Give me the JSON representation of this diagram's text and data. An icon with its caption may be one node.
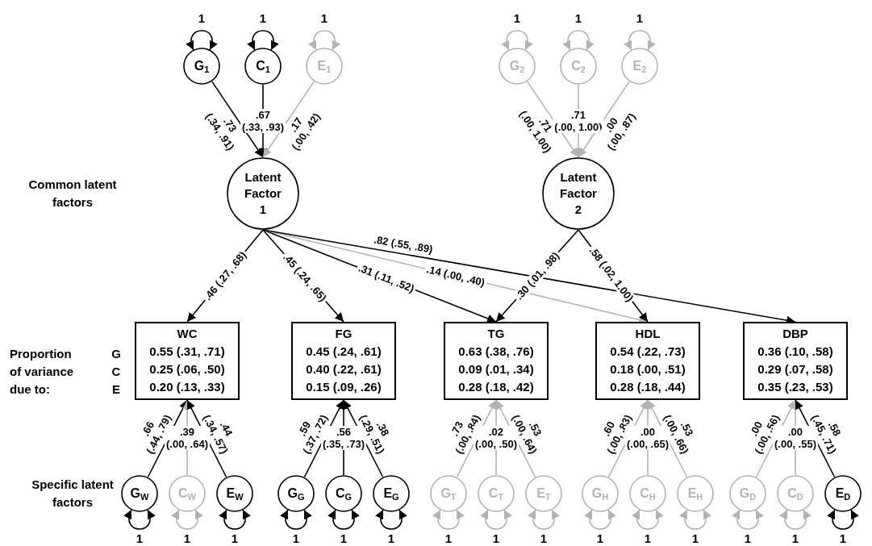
{
  "diagram": {
    "nodes": [
      {
        "text": [
          "G$_{1}$"
        ]
      },
      {
        "text": [
          "C$_{1}$"
        ]
      },
      {
        "text": [
          "E$_{1}$"
        ]
      },
      {
        "text": [
          "G$_{2}$"
        ]
      },
      {
        "text": [
          "C$_{2}$"
        ]
      },
      {
        "text": [
          "E$_{2}$"
        ]
      },
      {
        "text": [
          "Latent Factor 1"
        ]
      },
      {
        "text": [
          "Latent Factor 2"
        ]
      },
      {
        "text": [
          "WC",
          "0.55 (.31, .71)",
          "0.25 (.06, .50)",
          "0.20 (.13, .33)"
        ]
      },
      {
        "text": [
          "FG",
          "0.45 (.24, .61)",
          "0.40 (.22, .61)",
          "0.15 (.09, .26)"
        ]
      },
      {
        "text": [
          "TG",
          "0.63 (.38, .76)",
          "0.09 (.01, .34)",
          "0.28 (.18, .42)"
        ]
      },
      {
        "text": [
          "HDL",
          "0.54 (.22, .73)",
          "0.18 (.00, .51)",
          "0.28 (.18, .44)"
        ]
      },
      {
        "text": [
          "DBP",
          "0.36 (.10, .58)",
          "0.29 (.07, .58)",
          "0.35 (.23, .53)"
        ]
      },
      {
        "text": [
          "G$_{W}$"
        ]
      },
      {
        "text": [
          "C$_{W}$"
        ]
      },
      {
        "text": [
          "E$_{W}$"
        ]
      },
      {
        "text": [
          "G$_{G}$"
        ]
      },
      {
        "text": [
          "C$_{G}$"
        ]
      },
      {
        "text": [
          "E$_{G}$"
        ]
      },
      {
        "text": [
          "G$_{T}$"
        ]
      },
      {
        "text": [
          "C$_{T}$"
        ]
      },
      {
        "text": [
          "E$_{T}$"
        ]
      },
      {
        "text": [
          "G$_{H}$"
        ]
      },
      {
        "text": [
          "C$_{H}$"
        ]
      },
      {
        "text": [
          "E$_{H}$"
        ]
      },
      {
        "text": [
          "G$_{D}$"
        ]
      },
      {
        "text": [
          "C$_{D}$"
        ]
      },
      {
        "text": [
          "E$_{D}$"
        ]
      }
    ],
    "edges": [
      {
        "from": 0,
        "to": 0,
        "arrow": "both",
        "label": "1",
        "color": "#000000"
      },
      {
        "from": 1,
        "to": 1,
        "arrow": "both",
        "label": "1",
        "color": "#000000"
      },
      {
        "from": 2,
        "to": 2,
        "arrow": "both",
        "label": "1",
        "color": "#b3b3b3"
      },
      {
        "from": 3,
        "to": 3,
        "arrow": "both",
        "label": "1",
        "color": "#b3b3b3"
      },
      {
        "from": 4,
        "to": 4,
        "arrow": "both",
        "label": "1",
        "color": "#b3b3b3"
      },
      {
        "from": 5,
        "to": 5,
        "arrow": "both",
        "label": "1",
        "color": "#b3b3b3"
      },
      {
        "from": 0,
        "to": 6,
        "arrow": "to",
        "label": ".73 (.34, .91)",
        "color": "#000000"
      },
      {
        "from": 1,
        "to": 6,
        "arrow": "to",
        "label": ".67 (.33, .93)",
        "color": "#000000"
      },
      {
        "from": 2,
        "to": 6,
        "arrow": "to",
        "label": ".17 (.00, .42)",
        "color": "#b3b3b3"
      },
      {
        "from": 3,
        "to": 7,
        "arrow": "to",
        "label": ".71 (.00, 1.00)",
        "color": "#b3b3b3"
      },
      {
        "from": 4,
        "to": 7,
        "arrow": "to",
        "label": ".71 (.00, 1.00)",
        "color": "#b3b3b3"
      },
      {
        "from": 5,
        "to": 7,
        "arrow": "to",
        "label": ".00 (.00, .87)",
        "color": "#b3b3b3"
      },
      {
        "from": 6,
        "to": 8,
        "arrow": "to",
        "label": ".46 (.27, .68)",
        "color": "#000000"
      },
      {
        "from": 6,
        "to": 9,
        "arrow": "to",
        "label": ".45 (.24, .65)",
        "color": "#000000"
      },
      {
        "from": 6,
        "to": 10,
        "arrow": "to",
        "label": ".31 (.11, .52)",
        "color": "#000000"
      },
      {
        "from": 6,
        "to": 11,
        "arrow": "to",
        "label": ".14 (.00, .40)",
        "color": "#b3b3b3"
      },
      {
        "from": 6,
        "to": 12,
        "arrow": "to",
        "label": ".82 (.55, .89)",
        "color": "#000000"
      },
      {
        "from": 7,
        "to": 10,
        "arrow": "to",
        "label": ".30 (.01, .98)",
        "color": "#000000"
      },
      {
        "from": 7,
        "to": 11,
        "arrow": "to",
        "label": ".58 (.02, 1.00)",
        "color": "#000000"
      },
      {
        "from": 13,
        "to": 8,
        "arrow": "to",
        "label": ".66 (.44, .79)",
        "color": "#000000"
      },
      {
        "from": 14,
        "to": 8,
        "arrow": "to",
        "label": ".39 (.00, .64)",
        "color": "#b3b3b3"
      },
      {
        "from": 15,
        "to": 8,
        "arrow": "to",
        "label": ".44 (.34, .57)",
        "color": "#000000"
      },
      {
        "from": 16,
        "to": 9,
        "arrow": "to",
        "label": ".59 (.37, .72)",
        "color": "#000000"
      },
      {
        "from": 17,
        "to": 9,
        "arrow": "to",
        "label": ".56 (.35, .73)",
        "color": "#000000"
      },
      {
        "from": 18,
        "to": 9,
        "arrow": "to",
        "label": ".38 (.29, .51)",
        "color": "#000000"
      },
      {
        "from": 19,
        "to": 10,
        "arrow": "to",
        "label": ".73 (.00, .84)",
        "color": "#b3b3b3"
      },
      {
        "from": 20,
        "to": 10,
        "arrow": "to",
        "label": ".02 (.00, .50)",
        "color": "#b3b3b3"
      },
      {
        "from": 21,
        "to": 10,
        "arrow": "to",
        "label": ".53 (.00, .64)",
        "color": "#b3b3b3"
      },
      {
        "from": 22,
        "to": 11,
        "arrow": "to",
        "label": ".60 (.00, .83)",
        "color": "#b3b3b3"
      },
      {
        "from": 23,
        "to": 11,
        "arrow": "to",
        "label": ".00 (.00, .65)",
        "color": "#b3b3b3"
      },
      {
        "from": 24,
        "to": 11,
        "arrow": "to",
        "label": ".53 (.00, .66)",
        "color": "#b3b3b3"
      },
      {
        "from": 25,
        "to": 12,
        "arrow": "to",
        "label": ".00 (.00, .56)",
        "color": "#b3b3b3"
      },
      {
        "from": 26,
        "to": 12,
        "arrow": "to",
        "label": ".00 (.00, .55)",
        "color": "#b3b3b3"
      },
      {
        "from": 27,
        "to": 12,
        "arrow": "to",
        "label": ".58 (.45, .71)",
        "color": "#000000"
      },
      {
        "from": 13,
        "to": 13,
        "arrow": "both",
        "label": "1",
        "color": "#000000"
      },
      {
        "from": 14,
        "to": 14,
        "arrow": "both",
        "label": "1",
        "color": "#b3b3b3"
      },
      {
        "from": 15,
        "to": 15,
        "arrow": "both",
        "label": "1",
        "color": "#000000"
      },
      {
        "from": 16,
        "to": 16,
        "arrow": "both",
        "label": "1",
        "color": "#000000"
      },
      {
        "from": 17,
        "to": 17,
        "arrow": "both",
        "label": "1",
        "color": "#000000"
      },
      {
        "from": 18,
        "to": 18,
        "arrow": "both",
        "label": "1",
        "color": "#000000"
      },
      {
        "from": 19,
        "to": 19,
        "arrow": "both",
        "label": "1",
        "color": "#b3b3b3"
      },
      {
        "from": 20,
        "to": 20,
        "arrow": "both",
        "label": "1",
        "color": "#b3b3b3"
      },
      {
        "from": 21,
        "to": 21,
        "arrow": "both",
        "label": "1",
        "color": "#b3b3b3"
      },
      {
        "from": 22,
        "to": 22,
        "arrow": "both",
        "label": "1",
        "color": "#b3b3b3"
      },
      {
        "from": 23,
        "to": 23,
        "arrow": "both",
        "label": "1",
        "color": "#b3b3b3"
      },
      {
        "from": 24,
        "to": 24,
        "arrow": "both",
        "label": "1",
        "color": "#b3b3b3"
      },
      {
        "from": 25,
        "to": 25,
        "arrow": "both",
        "label": "1",
        "color": "#b3b3b3"
      },
      {
        "from": 26,
        "to": 26,
        "arrow": "both",
        "label": "1",
        "color": "#b3b3b3"
      },
      {
        "from": 27,
        "to": 27,
        "arrow": "both",
        "label": "1",
        "color": "#000000"
      }
    ],
    "labels": [
      "Common latent factors",
      "Proportion of variance due to:",
      "G",
      "C",
      "E",
      "Specific latent factors"
    ]
  }
}
